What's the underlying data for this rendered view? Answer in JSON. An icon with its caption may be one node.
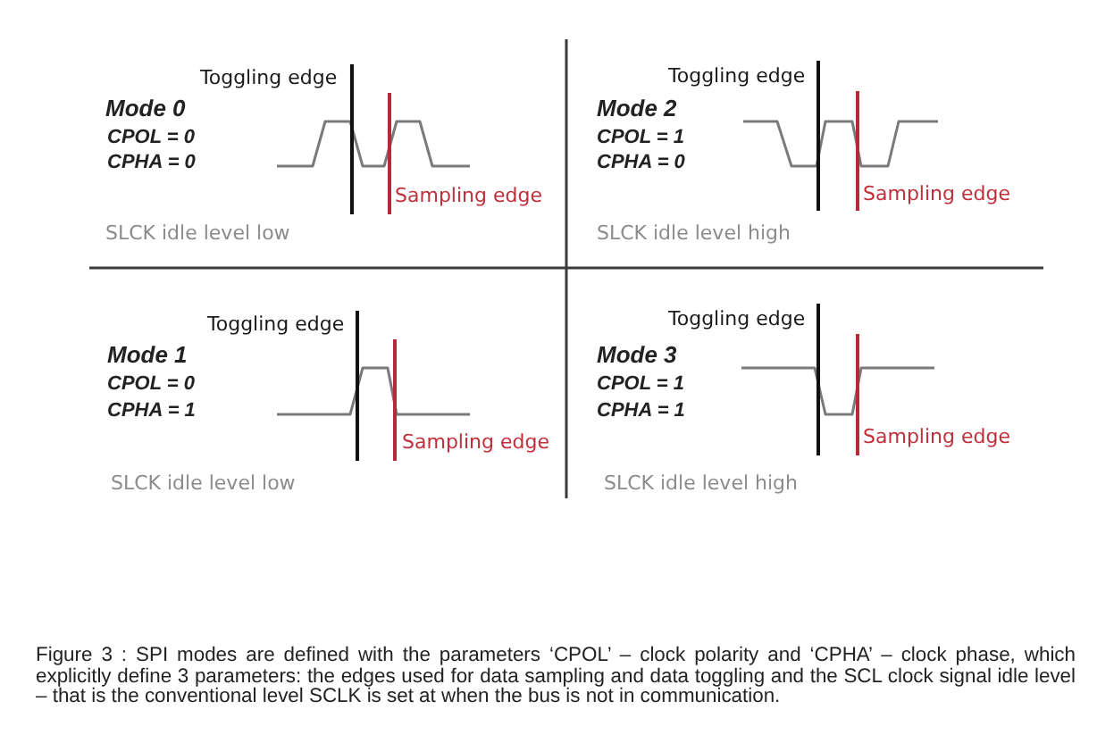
{
  "diagram": {
    "caption": "Figure 3 : SPI modes are defined with the parameters ‘CPOL’ – clock polarity and ‘CPHA’ – clock phase, which explicitly define 3 parameters: the edges used for data sampling and data toggling and the SCL clock signal idle level – that is the conventional level SCLK is set at when the bus is not in communication.",
    "labels": [
      "Toggling edge",
      "Mode 0",
      "CPOL = 0",
      "CPHA = 0",
      "Sampling edge",
      "SLCK idle level low",
      "Toggling edge",
      "Mode 2",
      "CPOL = 1",
      "CPHA = 0",
      "Sampling edge",
      "SLCK idle level high",
      "Toggling edge",
      "Mode 1",
      "CPOL = 0",
      "CPHA = 1",
      "Sampling edge",
      "SLCK idle level low",
      "Toggling edge",
      "Mode 3",
      "CPOL = 1",
      "CPHA = 1",
      "Sampling edge",
      "SLCK idle level high"
    ]
  }
}
